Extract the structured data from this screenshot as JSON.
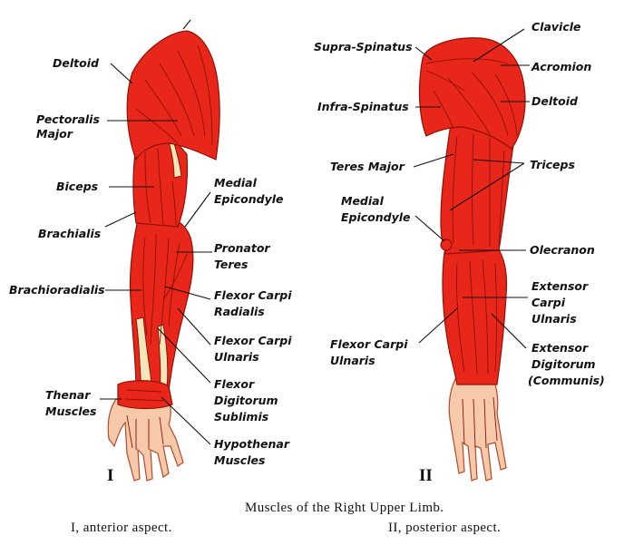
{
  "colors": {
    "muscle": "#e8261a",
    "muscle_dark": "#8d1208",
    "skin": "#f6c9a9",
    "tendon": "#f3e6b8",
    "text": "#111111"
  },
  "anterior": {
    "numeral": "I",
    "labels": {
      "deltoid": "Deltoid",
      "pectoralis_1": "Pectoralis",
      "pectoralis_2": "Major",
      "biceps": "Biceps",
      "brachialis": "Brachialis",
      "brachioradialis": "Brachioradialis",
      "thenar_1": "Thenar",
      "thenar_2": "Muscles",
      "medial_epicondyle_1": "Medial",
      "medial_epicondyle_2": "Epicondyle",
      "pronator_1": "Pronator",
      "pronator_2": "Teres",
      "fcr_1": "Flexor Carpi",
      "fcr_2": "Radialis",
      "fcu_1": "Flexor Carpi",
      "fcu_2": "Ulnaris",
      "fds_1": "Flexor",
      "fds_2": "Digitorum",
      "fds_3": "Sublimis",
      "hypothenar_1": "Hypothenar",
      "hypothenar_2": "Muscles"
    }
  },
  "posterior": {
    "numeral": "II",
    "labels": {
      "clavicle": "Clavicle",
      "supraspinatus": "Supra-Spinatus",
      "acromion": "Acromion",
      "infraspinatus": "Infra-Spinatus",
      "deltoid": "Deltoid",
      "teres_major": "Teres Major",
      "triceps": "Triceps",
      "medial_epicondyle_1": "Medial",
      "medial_epicondyle_2": "Epicondyle",
      "olecranon": "Olecranon",
      "ecu_1": "Extensor",
      "ecu_2": "Carpi",
      "ecu_3": "Ulnaris",
      "fcu_1": "Flexor Carpi",
      "fcu_2": "Ulnaris",
      "ed_1": "Extensor",
      "ed_2": "Digitorum",
      "ed_3": "(Communis)"
    }
  },
  "caption": {
    "title": "Muscles of the Right Upper Limb.",
    "anterior": "I, anterior aspect.",
    "posterior": "II, posterior aspect."
  }
}
